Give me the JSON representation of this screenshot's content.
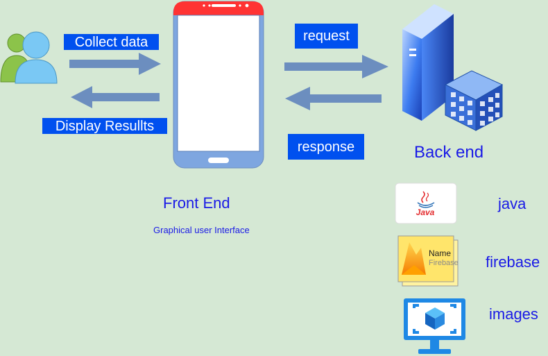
{
  "labels": {
    "collect_data": "Collect data",
    "display_results": "Display Resullts",
    "request": "request",
    "response": "response",
    "back_end": "Back end",
    "front_end": "Front End",
    "gui": "Graphical user Interface",
    "java_label": "java",
    "firebase_label": "firebase",
    "images_label": "images"
  },
  "icons": {
    "java_logo_text": "Java",
    "firebase_card_title": "Name",
    "firebase_card_sub": "Firebase"
  },
  "colors": {
    "background": "#d5e8d4",
    "tag_fill": "#0050ef",
    "text_blue": "#1a1ae6",
    "arrow": "#6c8ebf",
    "phone_body": "#7ea6e0",
    "phone_top": "#ff3333"
  }
}
